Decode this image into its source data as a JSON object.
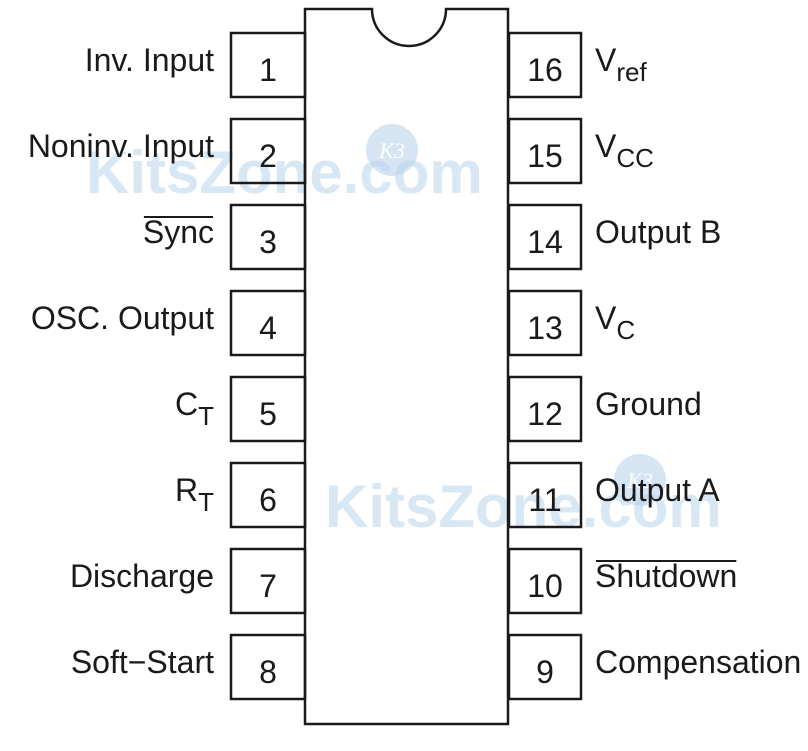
{
  "chip": {
    "left_pins": [
      {
        "number": "1",
        "label": "Inv. Input",
        "sub": "",
        "overline": false
      },
      {
        "number": "2",
        "label": "Noninv. Input",
        "sub": "",
        "overline": false
      },
      {
        "number": "3",
        "label": "Sync",
        "sub": "",
        "overline": true
      },
      {
        "number": "4",
        "label": "OSC. Output",
        "sub": "",
        "overline": false
      },
      {
        "number": "5",
        "label": "C",
        "sub": "T",
        "overline": false
      },
      {
        "number": "6",
        "label": "R",
        "sub": "T",
        "overline": false
      },
      {
        "number": "7",
        "label": "Discharge",
        "sub": "",
        "overline": false
      },
      {
        "number": "8",
        "label": "Soft−Start",
        "sub": "",
        "overline": false
      }
    ],
    "right_pins": [
      {
        "number": "16",
        "label": "V",
        "sub": "ref",
        "overline": false
      },
      {
        "number": "15",
        "label": "V",
        "sub": "CC",
        "overline": false
      },
      {
        "number": "14",
        "label": "Output B",
        "sub": "",
        "overline": false
      },
      {
        "number": "13",
        "label": "V",
        "sub": "C",
        "overline": false
      },
      {
        "number": "12",
        "label": "Ground",
        "sub": "",
        "overline": false
      },
      {
        "number": "11",
        "label": "Output A",
        "sub": "",
        "overline": false
      },
      {
        "number": "10",
        "label": "Shutdown",
        "sub": "",
        "overline": true
      },
      {
        "number": "9",
        "label": "Compensation",
        "sub": "",
        "overline": false
      }
    ]
  },
  "watermark": {
    "text": "KitsZone.com",
    "logo_text": "K3",
    "color": "#b9d4ec"
  },
  "colors": {
    "stroke": "#1a1a1a",
    "background": "#ffffff"
  }
}
